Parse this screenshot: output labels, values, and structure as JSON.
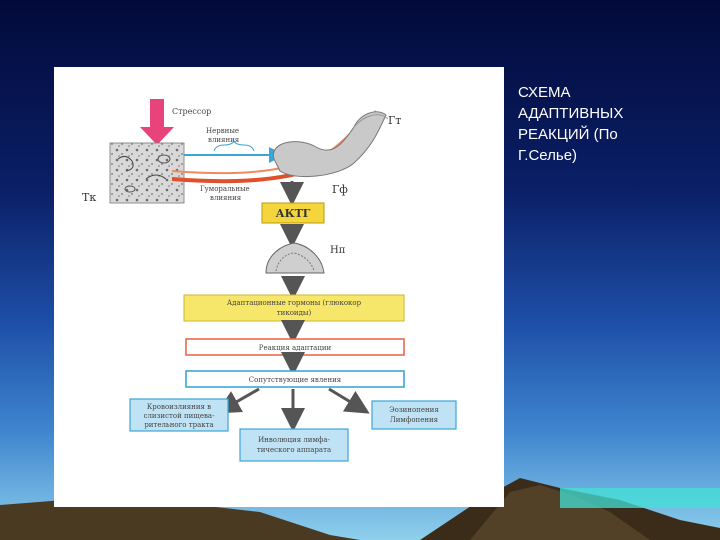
{
  "slide": {
    "caption": "СХЕМА\nАДАПТИВНЫХ\nРЕАКЦИЙ (По\nГ.Селье)"
  },
  "diagram": {
    "stressor_label": "Стрессор",
    "nerve_label_line1": "Нервные",
    "nerve_label_line2": "влияния",
    "humoral_label_line1": "Гуморальные",
    "humoral_label_line2": "влияния",
    "tk_label": "Тк",
    "gt_label": "Гт",
    "gf_label": "Гф",
    "np_label": "Нп",
    "actg_label": "АКТГ",
    "adaptive_hormones_line1": "Адаптационные гормоны (глюкокор",
    "adaptive_hormones_line2": "тикоиды)",
    "adaptation_reaction": "Реакция адаптации",
    "accompanying": "Сопутствующие явления",
    "hemorrhage_line1": "Кровоизлияния в",
    "hemorrhage_line2": "слизистой пищева-",
    "hemorrhage_line3": "рительного тракта",
    "eosinopenia_line1": "Эозинопения",
    "eosinopenia_line2": "Лимфопения",
    "involution_line1": "Инволюция лимфа-",
    "involution_line2": "тического аппарата"
  },
  "colors": {
    "stressor_arrow": "#e8437a",
    "nerve_arrow": "#3aa6d8",
    "humoral_red": "#e0502a",
    "hormone_box_fill": "#f6e66a",
    "reaction_border": "#e46a4e",
    "blue_border": "#3aa6d8",
    "blue_fill": "#bfe2f4",
    "actg_fill": "#f4d63c"
  }
}
